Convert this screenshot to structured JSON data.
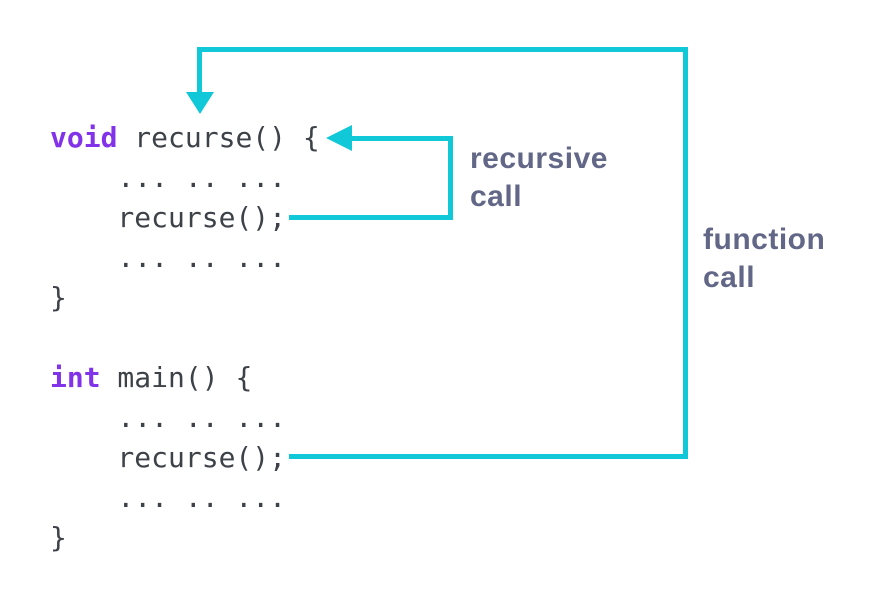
{
  "colors": {
    "background": "#ffffff",
    "arrow": "#10c8d8",
    "keyword": "#8232e8",
    "code": "#3d4249",
    "label": "#636787"
  },
  "code_lines": [
    {
      "keyword": "void",
      "text": " recurse() {"
    },
    {
      "text": "    ... .. ..."
    },
    {
      "text": "    recurse();"
    },
    {
      "text": "    ... .. ..."
    },
    {
      "text": "}"
    },
    {
      "text": " "
    },
    {
      "keyword": "int",
      "text": " main() {"
    },
    {
      "text": "    ... .. ..."
    },
    {
      "text": "    recurse();"
    },
    {
      "text": "    ... .. ..."
    },
    {
      "text": "}"
    }
  ],
  "labels": {
    "recursive_call": {
      "line1": "recursive",
      "line2": "call"
    },
    "function_call": {
      "line1": "function",
      "line2": "call"
    }
  }
}
